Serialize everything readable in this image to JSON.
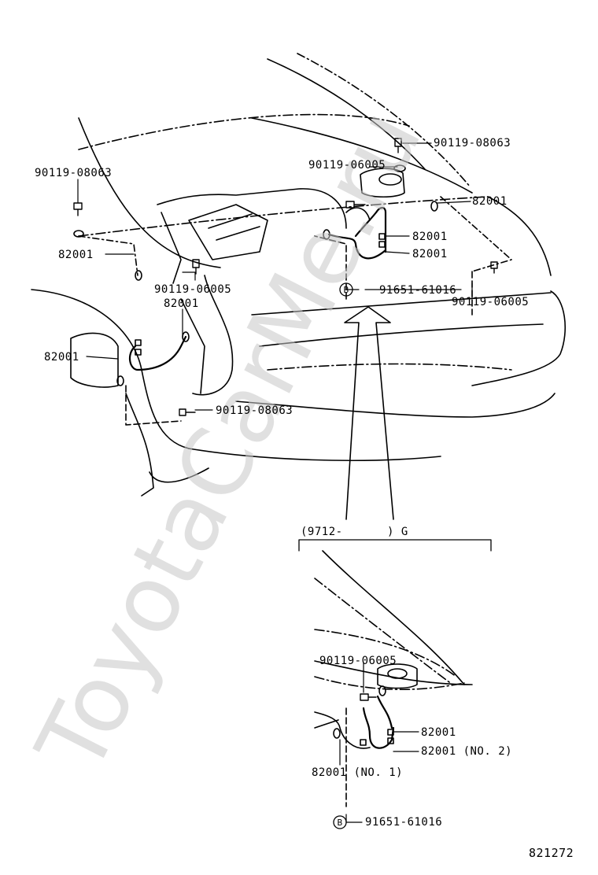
{
  "watermark": "ToyotaCarMe.ru",
  "diagram_number": "821272",
  "main_view": {
    "labels": {
      "p_90119_08063_top": "90119-08063",
      "p_90119_06005_top": "90119-06005",
      "p_82001_right_top": "82001",
      "p_82001_right_mid1": "82001",
      "p_82001_right_mid2": "82001",
      "p_91651_61016": "91651-61016",
      "p_90119_06005_right": "90119-06005",
      "p_90119_08063_left": "90119-08063",
      "p_82001_left": "82001",
      "p_90119_06005_center": "90119-06005",
      "p_82001_center": "82001",
      "p_82001_far_left": "82001",
      "p_90119_08063_bottom": "90119-08063",
      "circle_b": "B"
    }
  },
  "inset_view": {
    "header_prefix": "(9712-",
    "header_suffix": ")  G",
    "labels": {
      "p_90119_06005": "90119-06005",
      "p_82001_a": "82001",
      "p_82001_no2": "82001 (NO. 2)",
      "p_82001_no1": "82001 (NO. 1)",
      "p_91651_61016": "91651-61016",
      "circle_b": "B"
    }
  }
}
